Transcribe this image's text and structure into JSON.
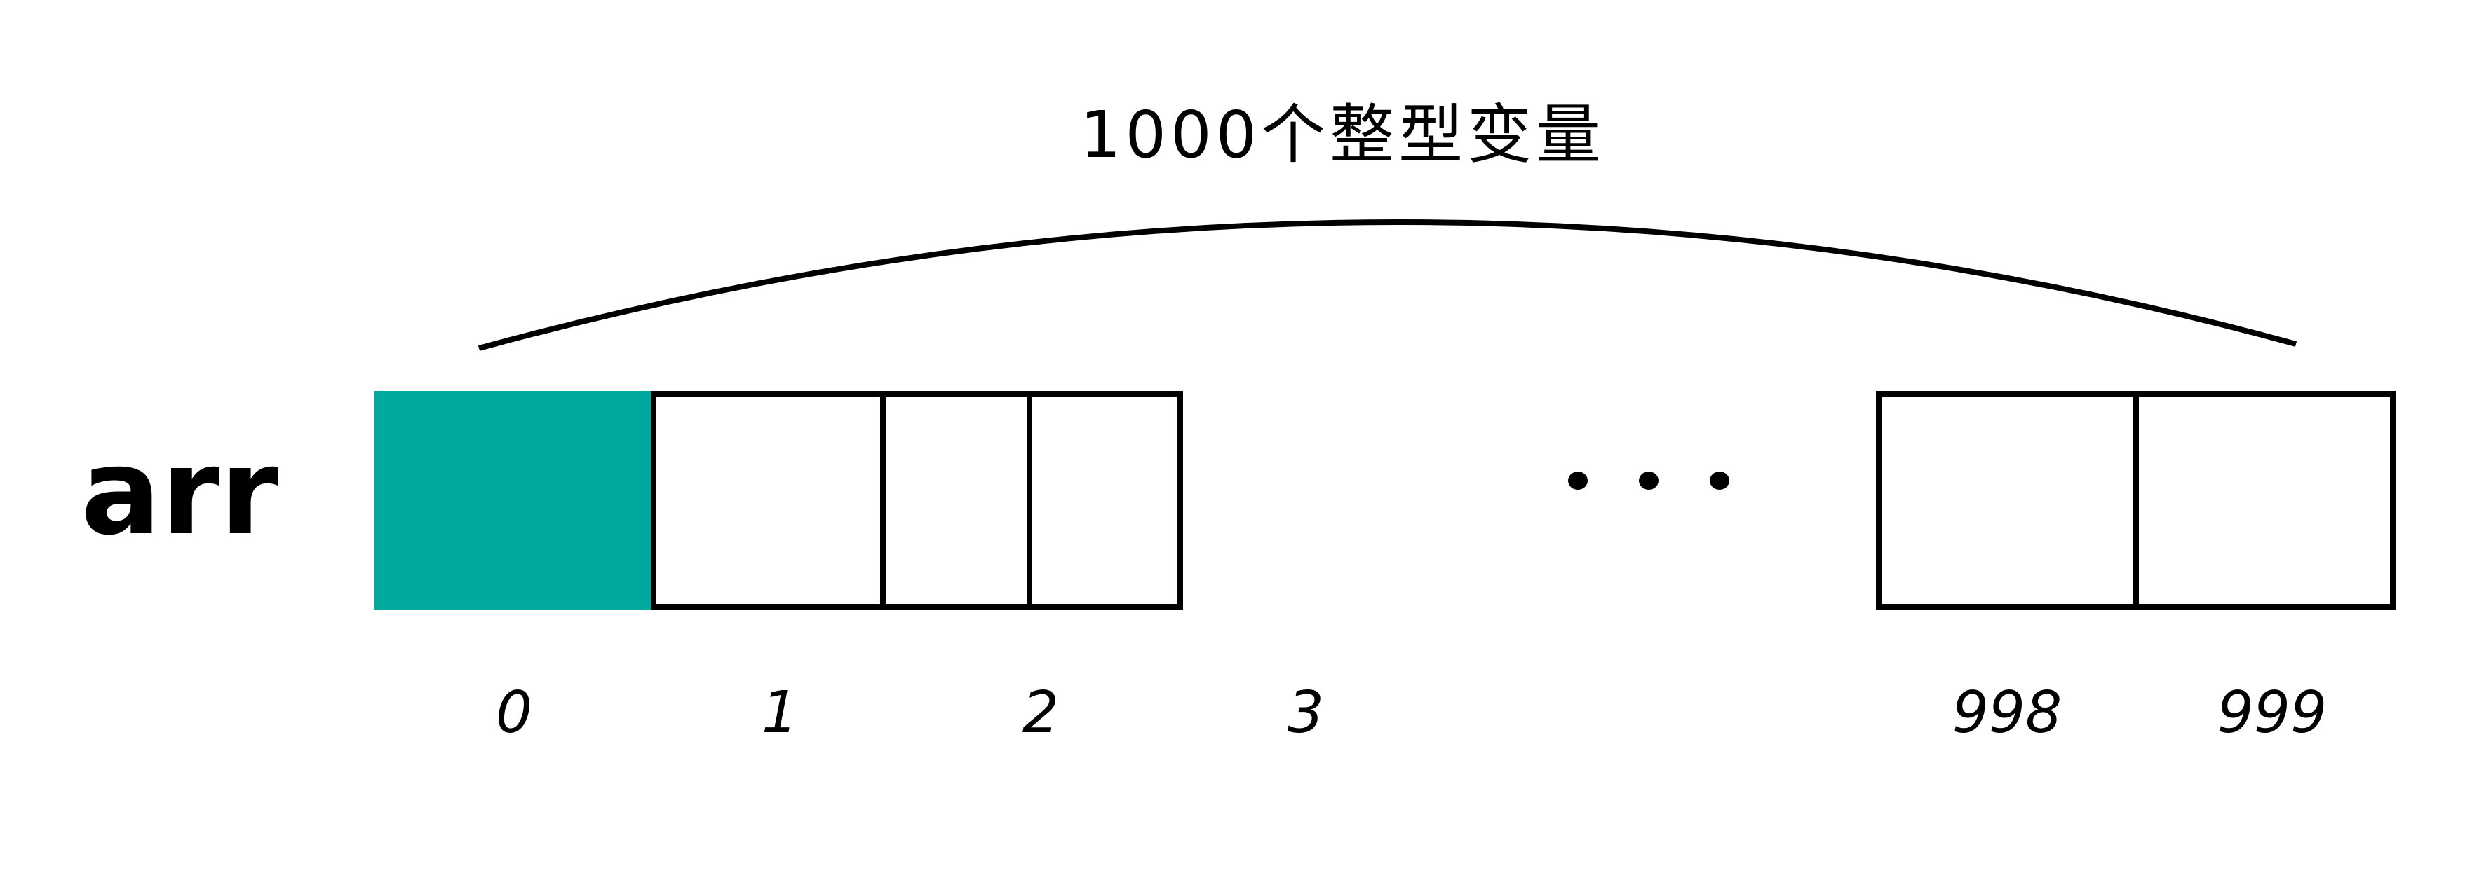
{
  "diagram": {
    "title": "1000个整型变量",
    "variable_name": "arr",
    "ellipsis": "...",
    "colors": {
      "highlight_cell": "#00A99D",
      "stroke": "#000000",
      "background": "#FFFFFF"
    },
    "cells": [
      {
        "index_label": "0",
        "highlighted": true
      },
      {
        "index_label": "1",
        "highlighted": false
      },
      {
        "index_label": "2",
        "highlighted": false
      },
      {
        "index_label": "3",
        "highlighted": false
      },
      {
        "index_label": "998",
        "highlighted": false
      },
      {
        "index_label": "999",
        "highlighted": false
      }
    ],
    "brace": {
      "type": "arc",
      "spans": "array elements 0 to 999"
    }
  }
}
